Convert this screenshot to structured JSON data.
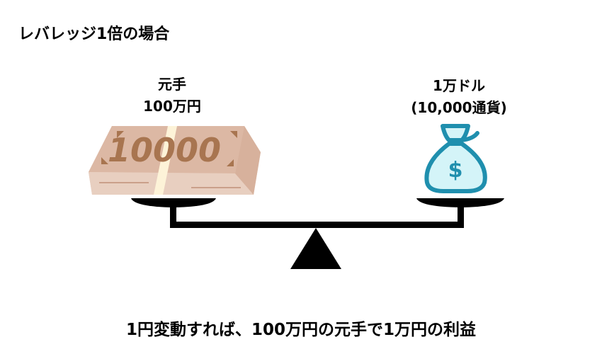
{
  "title": "レバレッジ1倍の場合",
  "left": {
    "line1": "元手",
    "line2": "100万円",
    "bill_text": "10000"
  },
  "right": {
    "line1": "1万ドル",
    "line2": "(10,000通貨)",
    "bag_symbol": "$"
  },
  "caption": "1円変動すれば、100万円の元手で1万円の利益",
  "colors": {
    "bill": "#dcb8a4",
    "bill_text": "#a87550",
    "bag_stroke": "#1f8fae",
    "bag_fill": "#d4f4f8",
    "scale": "#000000"
  }
}
